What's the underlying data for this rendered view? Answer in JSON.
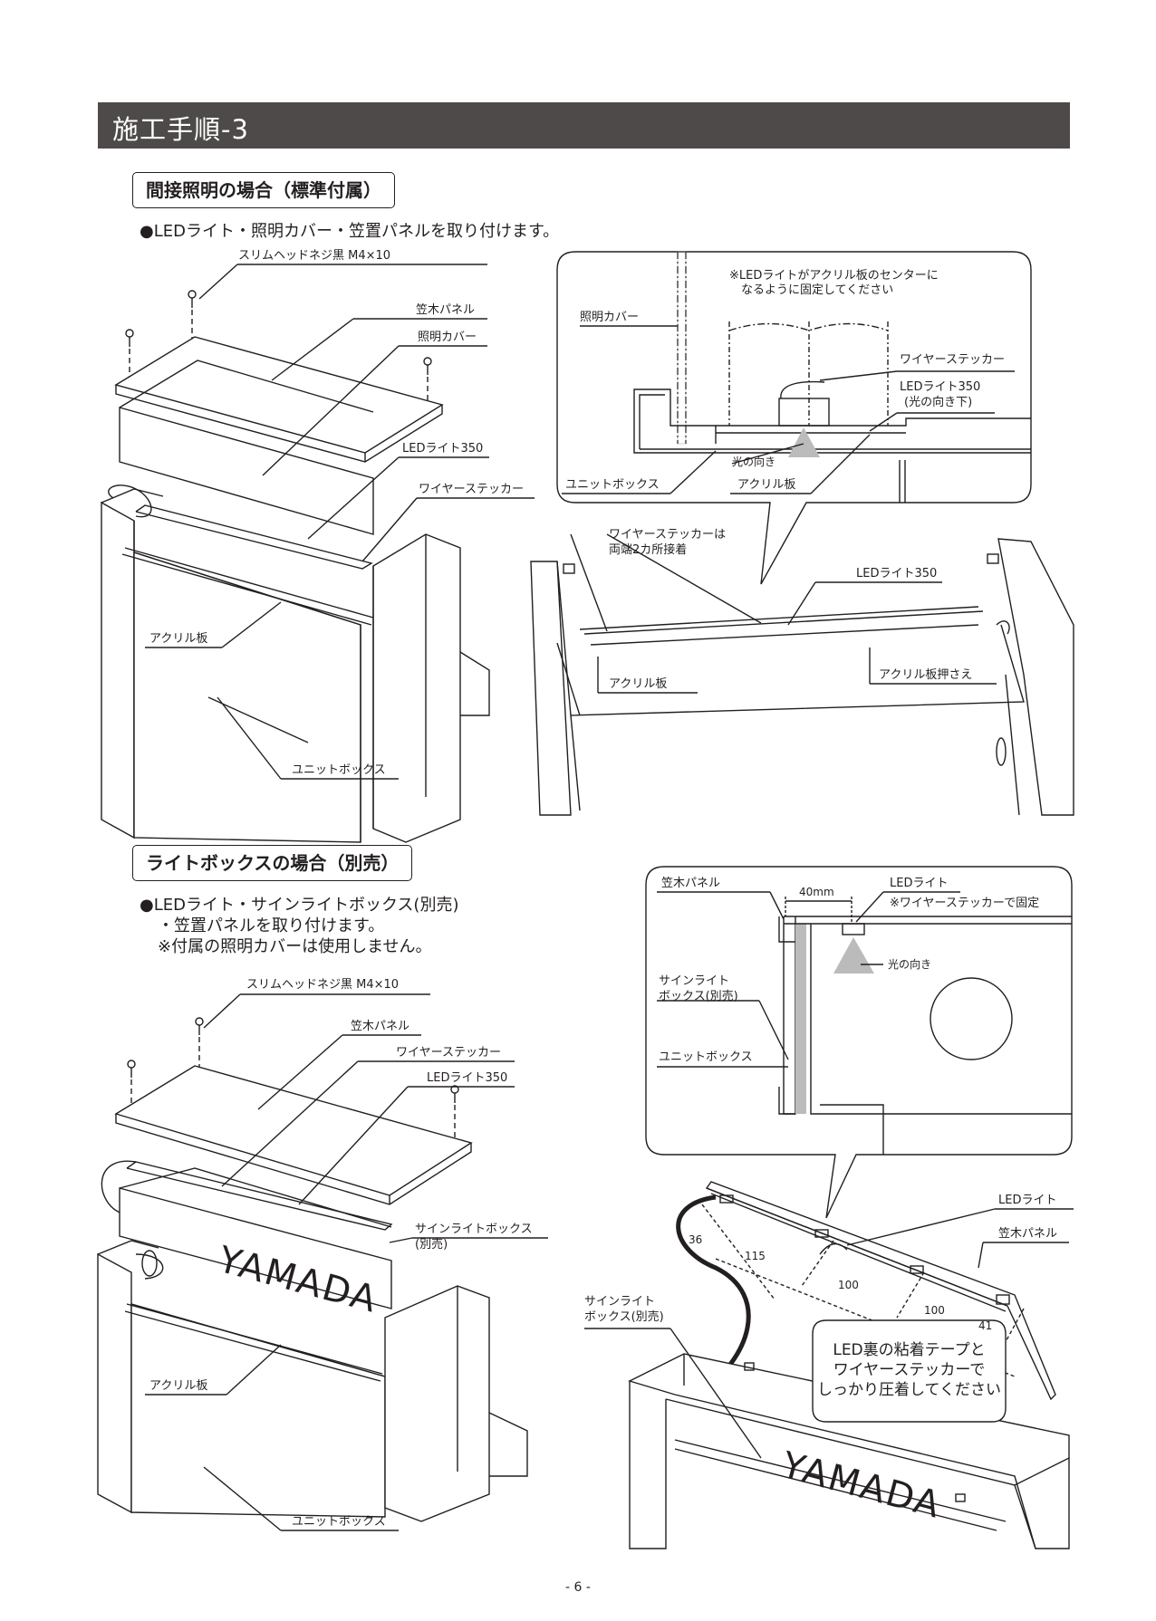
{
  "header": {
    "title": "施工手順-3"
  },
  "section1": {
    "heading": "間接照明の場合（標準付属）",
    "bullet": "●LEDライト・照明カバー・笠置パネルを取り付けます。",
    "labels": {
      "screw": "スリムヘッドネジ黒 M4×10",
      "kasagi": "笠木パネル",
      "cover": "照明カバー",
      "led": "LEDライト350",
      "wire": "ワイヤーステッカー",
      "acrylic": "アクリル板",
      "unit": "ユニットボックス"
    },
    "detail": {
      "note_line1": "※LEDライトがアクリル板のセンターに",
      "note_line2": "なるように固定してください",
      "cover": "照明カバー",
      "wire": "ワイヤーステッカー",
      "led_line1": "LEDライト350",
      "led_line2": "(光の向き下)",
      "light_dir": "光の向き",
      "unit": "ユニットボックス",
      "acrylic": "アクリル板"
    },
    "view2": {
      "wire_note_line1": "ワイヤーステッカーは",
      "wire_note_line2": "両端2カ所接着",
      "led": "LEDライト350",
      "acrylic": "アクリル板",
      "acrylic_holder": "アクリル板押さえ"
    }
  },
  "section2": {
    "heading": "ライトボックスの場合（別売）",
    "bullet_line1": "●LEDライト・サインライトボックス(別売)",
    "bullet_line2": "・笠置パネルを取り付けます。",
    "bullet_line3": "※付属の照明カバーは使用しません。",
    "labels": {
      "screw": "スリムヘッドネジ黒 M4×10",
      "kasagi": "笠木パネル",
      "wire": "ワイヤーステッカー",
      "led": "LEDライト350",
      "signbox_line1": "サインライトボックス",
      "signbox_line2": "(別売)",
      "acrylic": "アクリル板",
      "unit": "ユニットボックス",
      "sign_text": "YAMADA"
    },
    "detail": {
      "kasagi": "笠木パネル",
      "dim": "40mm",
      "led": "LEDライト",
      "led_note": "※ワイヤーステッカーで固定",
      "light_dir": "光の向き",
      "signbox_line1": "サインライト",
      "signbox_line2": "ボックス(別売)",
      "unit": "ユニットボックス"
    },
    "view2": {
      "led": "LEDライト",
      "kasagi": "笠木パネル",
      "signbox_line1": "サインライト",
      "signbox_line2": "ボックス(別売)",
      "dim_36": "36",
      "dim_115": "115",
      "dim_100a": "100",
      "dim_100b": "100",
      "dim_41": "41",
      "callout_line1": "LED裏の粘着テープと",
      "callout_line2": "ワイヤーステッカーで",
      "callout_line3": "しっかり圧着してください",
      "sign_text": "YAMADA"
    }
  },
  "footer": {
    "page": "- 6 -"
  }
}
